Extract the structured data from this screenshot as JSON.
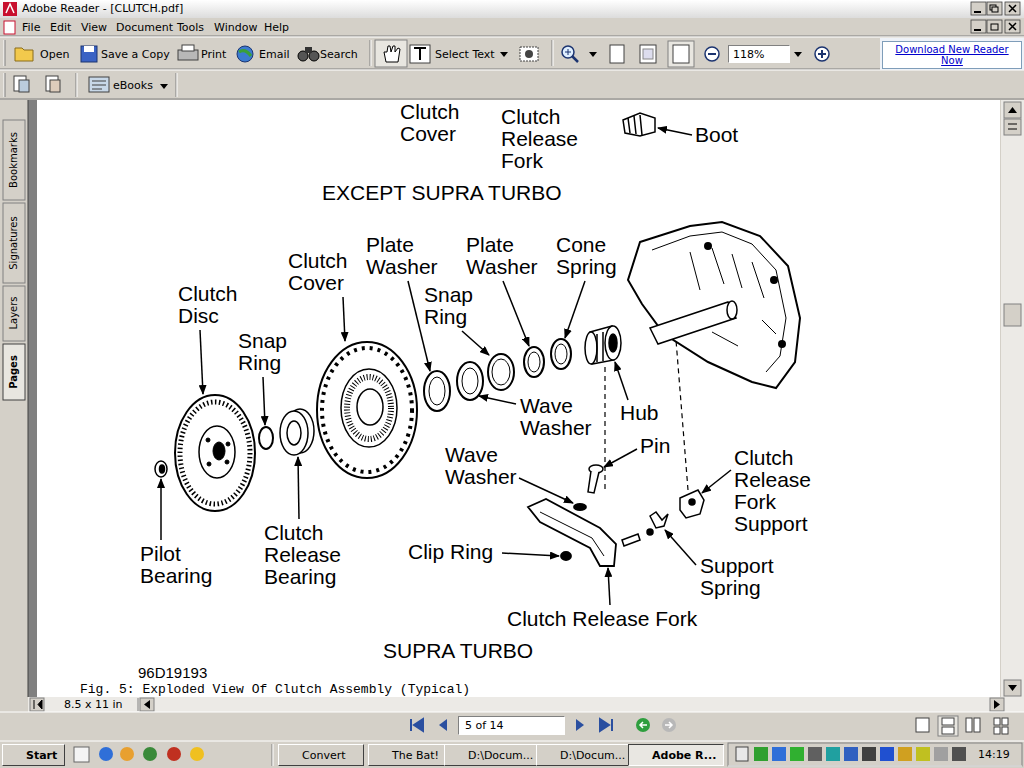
{
  "diagram": {
    "caption": "Fig. 5: Exploded View Of Clutch Assembly (Typical)",
    "nodes": [
      {
        "text": [
          "Download New Reader Now"
        ]
      },
      {
        "text": [
          "118%"
        ]
      },
      {
        "text": [
          "5 of 14"
        ]
      },
      {
        "text": [
          "Start"
        ]
      },
      {
        "text": [
          "Convert"
        ]
      },
      {
        "text": [
          "The Bat!"
        ]
      },
      {
        "text": [
          "D:\\Docum..."
        ]
      },
      {
        "text": [
          "D:\\Docum..."
        ]
      },
      {
        "text": [
          "Adobe R..."
        ]
      }
    ],
    "labels": [
      "Adobe Reader - [CLUTCH.pdf]",
      "File",
      "Edit",
      "View",
      "Document",
      "Tools",
      "Window",
      "Help",
      "Open",
      "Save a Copy",
      "Print",
      "Email",
      "Search",
      "Select Text",
      "eBooks",
      "Bookmarks",
      "Signatures",
      "Layers",
      "Pages",
      "Clutch Cover",
      "Clutch Release Fork",
      "Boot",
      "EXCEPT SUPRA TURBO",
      "Clutch Disc",
      "Snap Ring",
      "Clutch Cover",
      "Plate Washer",
      "Snap Ring",
      "Plate Washer",
      "Cone Spring",
      "Wave Washer",
      "Hub",
      "Pin",
      "Wave Washer",
      "Clutch Release Fork Support",
      "Pilot Bearing",
      "Clutch Release Bearing",
      "Clip Ring",
      "Support Spring",
      "Clutch Release Fork",
      "SUPRA TURBO",
      "96D19193",
      "8.5 x 11 in",
      "14:19"
    ]
  }
}
